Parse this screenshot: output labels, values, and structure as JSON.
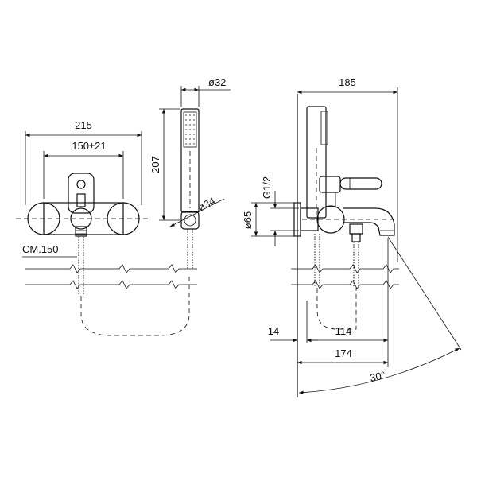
{
  "front_view": {
    "dim_overall_width": "215",
    "dim_inlet_centers": "150±21",
    "label_hose": "CM.150",
    "dim_handshower_diameter": "ø32",
    "dim_handshower_length": "207",
    "dim_holder_diameter": "ø34"
  },
  "side_view": {
    "dim_overall_depth": "185",
    "dim_connection_thread": "G1/2",
    "dim_rosette_diameter": "ø65",
    "dim_wall_offset": "14",
    "dim_spout_to_outlet": "114",
    "dim_spout_projection": "174",
    "dim_swivel_angle": "30°"
  }
}
